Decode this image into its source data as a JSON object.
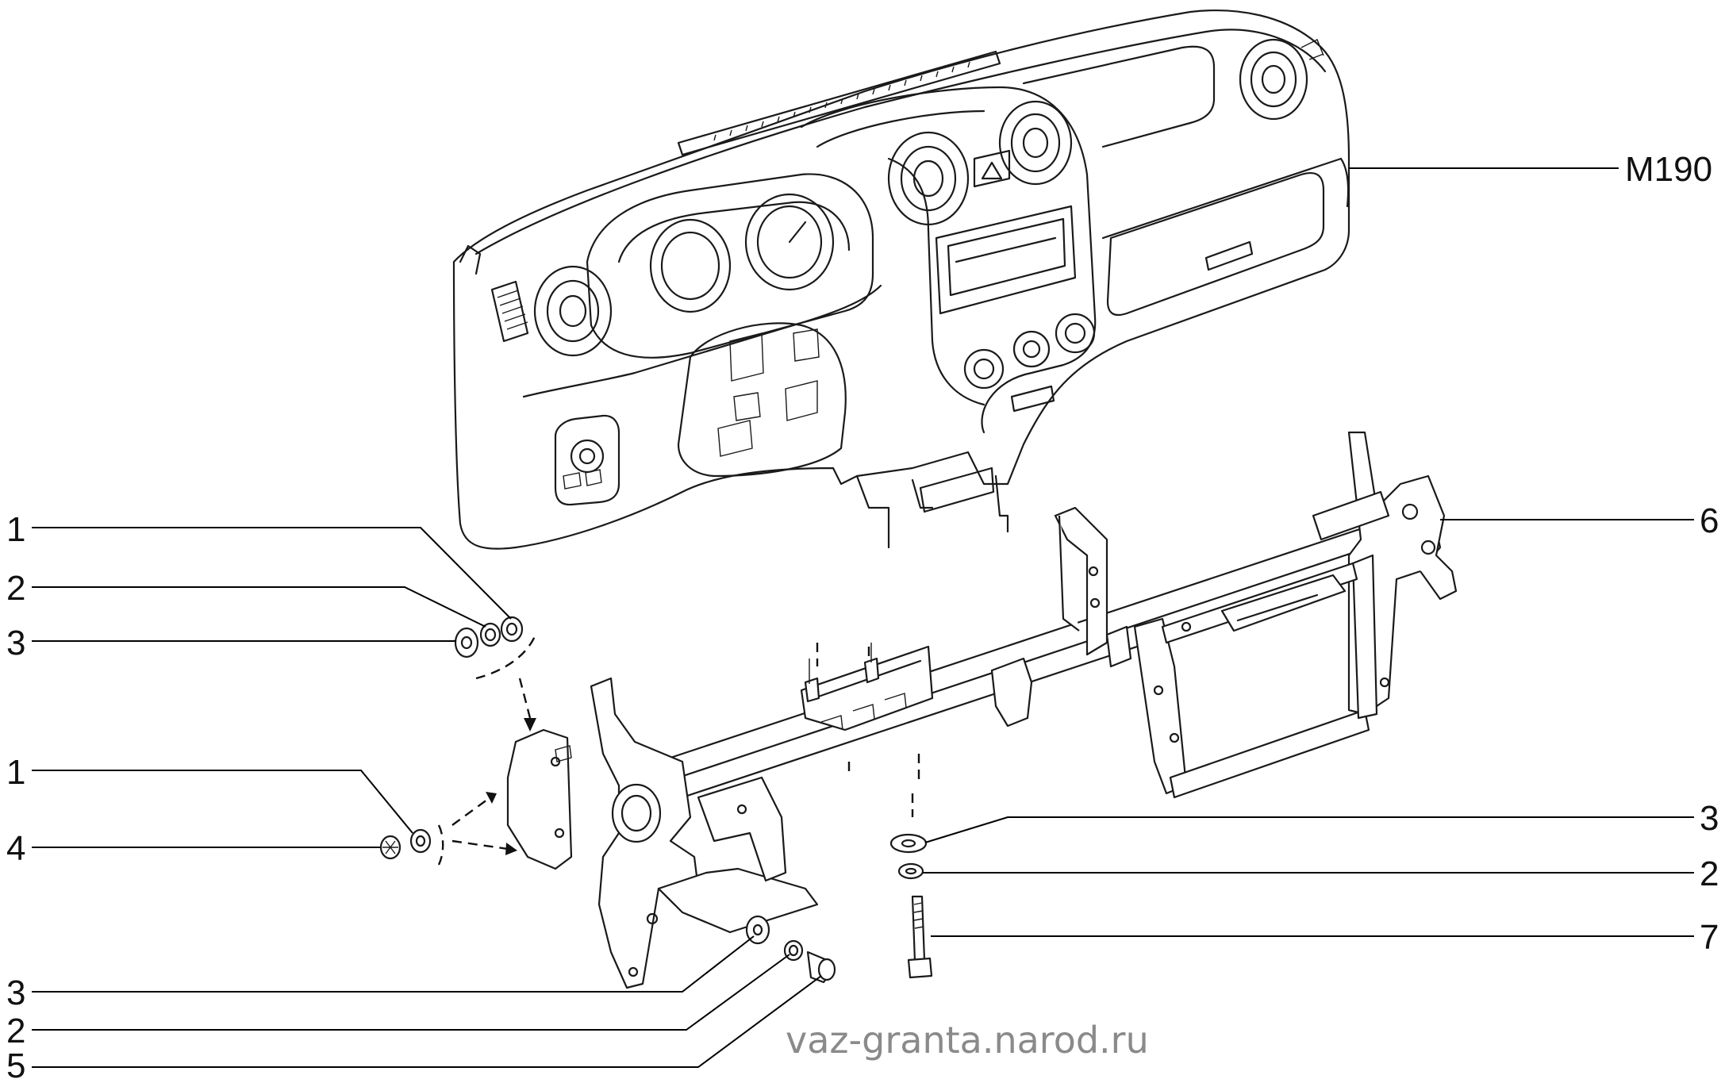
{
  "diagram": {
    "assembly_label": "M190",
    "watermark": "vaz-granta.narod.ru",
    "callouts": [
      {
        "id": "c-1-top",
        "text": "1"
      },
      {
        "id": "c-2-top",
        "text": "2"
      },
      {
        "id": "c-3-top",
        "text": "3"
      },
      {
        "id": "c-1-mid",
        "text": "1"
      },
      {
        "id": "c-4",
        "text": "4"
      },
      {
        "id": "c-3-bl",
        "text": "3"
      },
      {
        "id": "c-2-bl",
        "text": "2"
      },
      {
        "id": "c-5",
        "text": "5"
      },
      {
        "id": "c-6",
        "text": "6"
      },
      {
        "id": "c-3-r",
        "text": "3"
      },
      {
        "id": "c-2-r",
        "text": "2"
      },
      {
        "id": "c-7",
        "text": "7"
      }
    ]
  }
}
